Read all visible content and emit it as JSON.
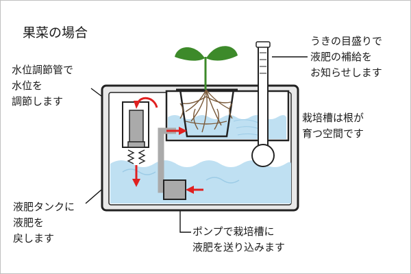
{
  "title": "果菜の場合",
  "labels": {
    "level_pipe": [
      "水位調節管で",
      "水位を",
      "調節します"
    ],
    "float_gauge": [
      "うきの目盛りで",
      "液肥の補給を",
      "お知らせします"
    ],
    "cultivation_tank": [
      "栽培槽は根が",
      "育つ空間です"
    ],
    "nutrient_tank": [
      "液肥タンクに",
      "液肥を",
      "戻します"
    ],
    "pump": [
      "ポンプで栽培槽に",
      "液肥を送り込みます"
    ]
  },
  "colors": {
    "water": "#bfe0f2",
    "water_deep": "#9ccbe6",
    "tank_frame": "#222222",
    "tank_wall": "#e8e8e8",
    "pipe": "#aaaaaa",
    "root": "#7a5a3a",
    "leaf": "#3d8a2a",
    "arrow": "#e02020",
    "line": "#111111"
  }
}
